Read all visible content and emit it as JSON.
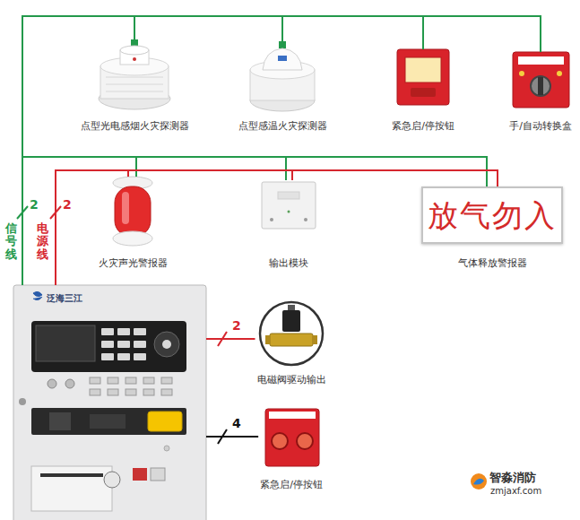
{
  "diagram": {
    "nodes": [
      {
        "text": [
          "点型光电感烟火灾探测器"
        ]
      },
      {
        "text": [
          "点型感温火灾探测器"
        ]
      },
      {
        "text": [
          "紧急启/停按钮"
        ]
      },
      {
        "text": [
          "手/自动转换盒"
        ]
      },
      {
        "text": [
          "火灾声光警报器"
        ]
      },
      {
        "text": [
          "输出模块"
        ]
      },
      {
        "text": [
          "放气勿入",
          "气体释放警报器"
        ]
      },
      {
        "text": [
          "泛海三江"
        ]
      },
      {
        "text": [
          "电磁阀驱动输出"
        ]
      },
      {
        "text": [
          "紧急启/停按钮"
        ]
      }
    ],
    "edges": [
      {
        "from": 7,
        "to": 0,
        "arrow": "none"
      },
      {
        "from": 7,
        "to": 1,
        "arrow": "none"
      },
      {
        "from": 7,
        "to": 2,
        "arrow": "none"
      },
      {
        "from": 7,
        "to": 3,
        "arrow": "none"
      },
      {
        "from": 7,
        "to": 4,
        "arrow": "none"
      },
      {
        "from": 7,
        "to": 5,
        "arrow": "none"
      },
      {
        "from": 7,
        "to": 6,
        "arrow": "none"
      },
      {
        "from": 7,
        "to": 4,
        "arrow": "none"
      },
      {
        "from": 7,
        "to": 5,
        "arrow": "none"
      },
      {
        "from": 7,
        "to": 6,
        "arrow": "none"
      },
      {
        "from": 7,
        "to": 8,
        "arrow": "none",
        "label": "2"
      },
      {
        "from": 7,
        "to": 9,
        "arrow": "none",
        "label": "4"
      }
    ],
    "labels": [
      "信号线",
      "2",
      "电源线",
      "2",
      "智淼消防",
      "zmjaxf.com"
    ]
  }
}
